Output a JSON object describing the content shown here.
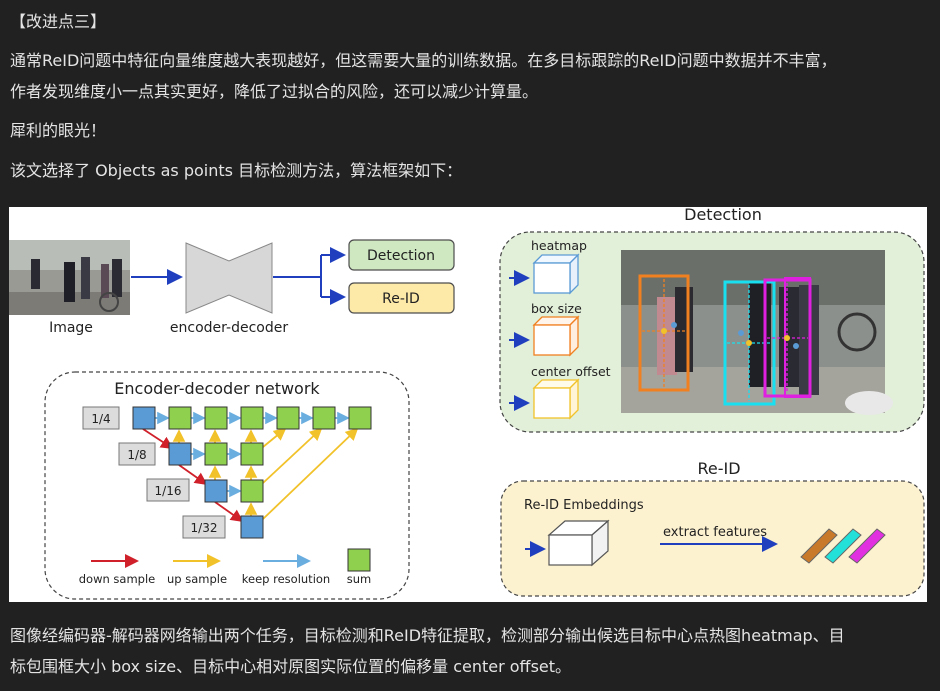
{
  "article": {
    "heading": "【改进点三】",
    "para1_line1": "通常ReID问题中特征向量维度越大表现越好，但这需要大量的训练数据。在多目标跟踪的ReID问题中数据并不丰富，",
    "para1_line2": "作者发现维度小一点其实更好，降低了过拟合的风险，还可以减少计算量。",
    "para2": "犀利的眼光！",
    "para3": "该文选择了 Objects as points 目标检测方法，算法框架如下：",
    "para4_line1": "图像经编码器-解码器网络输出两个任务，目标检测和ReID特征提取，检测部分输出候选目标中心点热图heatmap、目",
    "para4_line2": "标包围框大小 box size、目标中心相对原图实际位置的偏移量 center offset。"
  },
  "figure": {
    "image_label": "Image",
    "encoder_decoder_label": "encoder-decoder",
    "detection_box": "Detection",
    "reid_box": "Re-ID",
    "network_title": "Encoder-decoder network",
    "scales": [
      "1/4",
      "1/8",
      "1/16",
      "1/32"
    ],
    "legend": {
      "down": "down sample",
      "up": "up sample",
      "keep": "keep resolution",
      "sum": "sum"
    },
    "detection_panel": {
      "title": "Detection",
      "heatmap": "heatmap",
      "box_size": "box size",
      "center_offset": "center offset"
    },
    "reid_panel": {
      "title": "Re-ID",
      "embeddings": "Re-ID Embeddings",
      "extract": "extract features"
    },
    "colors": {
      "detection_fill": "#cfe8c1",
      "reid_fill": "#fde9a8",
      "panel_green": "#e2efd9",
      "panel_yellow": "#fdf2d0",
      "block_blue": "#5b9bd5",
      "block_green": "#8fd14f",
      "arrow_red": "#d0202a",
      "arrow_yellow": "#f2c22a",
      "arrow_blue": "#6aaee0",
      "box_orange": "#f08020",
      "box_cyan": "#19e0f0",
      "box_magenta": "#e020e0"
    }
  }
}
